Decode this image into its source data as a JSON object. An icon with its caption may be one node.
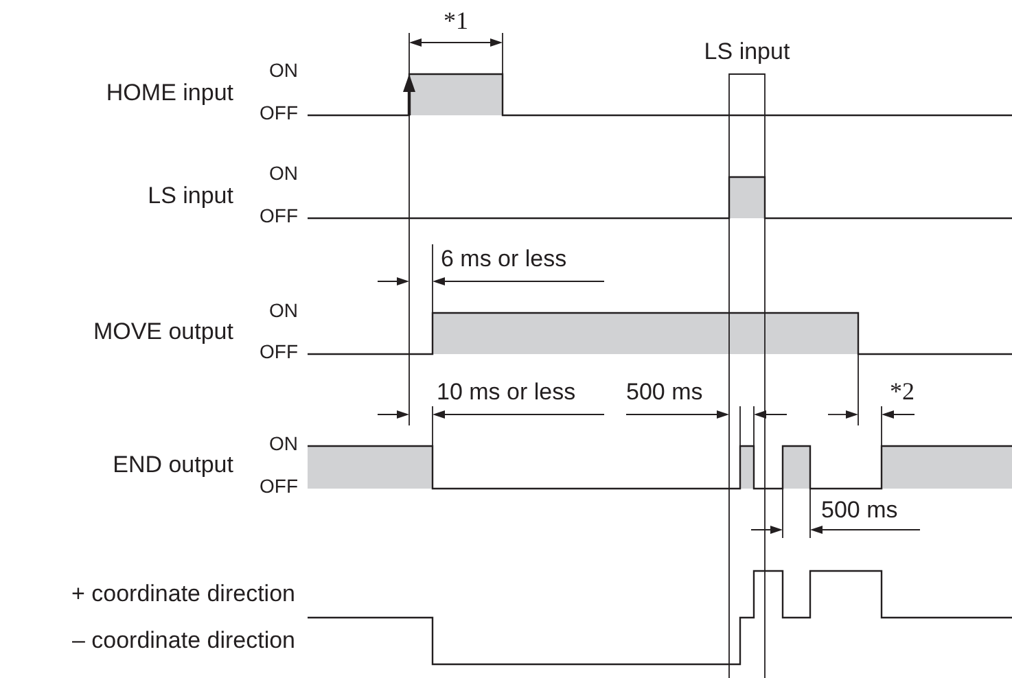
{
  "diagram": {
    "labels": [
      "*1",
      "LS input",
      "HOME input",
      "ON",
      "OFF",
      "LS input",
      "ON",
      "OFF",
      "6 ms or less",
      "MOVE output",
      "ON",
      "OFF",
      "10 ms or less",
      "500 ms",
      "*2",
      "END output",
      "ON",
      "OFF",
      "500 ms",
      "+ coordinate direction",
      "– coordinate direction"
    ]
  }
}
